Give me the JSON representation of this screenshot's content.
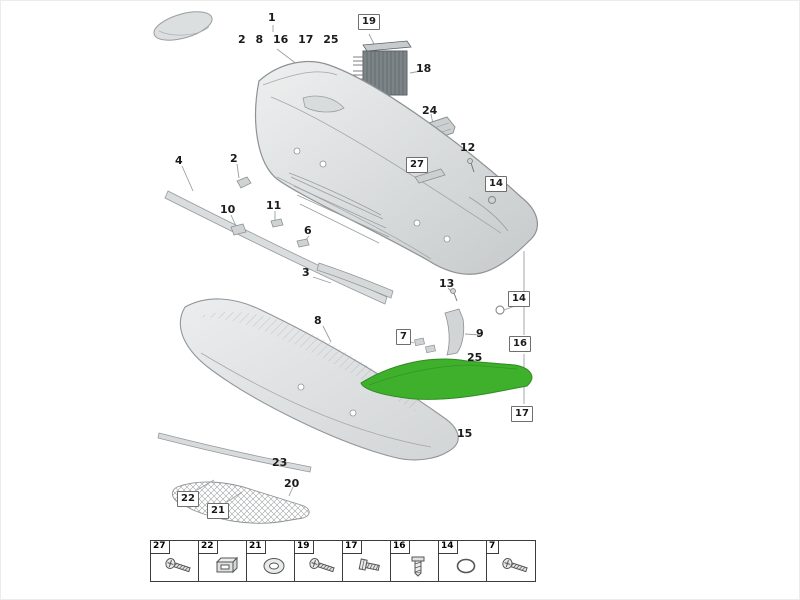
{
  "diagram": {
    "highlight_color": "#3fb02c",
    "callouts": {
      "c1": "1",
      "c1sub": "2 8 16 17 25",
      "b19": "19",
      "c18": "18",
      "c24": "24",
      "b27": "27",
      "c12": "12",
      "b14a": "14",
      "c4": "4",
      "c2": "2",
      "c10": "10",
      "c11": "11",
      "c6": "6",
      "c3": "3",
      "c13": "13",
      "b14b": "14",
      "b7": "7",
      "c9": "9",
      "c8": "8",
      "c25": "25",
      "b16": "16",
      "b17": "17",
      "c15": "15",
      "c23": "23",
      "c20": "20",
      "b22": "22",
      "b21": "21"
    },
    "legend": {
      "cells": [
        {
          "number": "27",
          "icon": "screw"
        },
        {
          "number": "22",
          "icon": "clip-nut"
        },
        {
          "number": "21",
          "icon": "grommet"
        },
        {
          "number": "19",
          "icon": "screw"
        },
        {
          "number": "17",
          "icon": "bolt"
        },
        {
          "number": "16",
          "icon": "expansion-rivet"
        },
        {
          "number": "14",
          "icon": "o-ring"
        },
        {
          "number": "7",
          "icon": "screw"
        }
      ]
    }
  }
}
